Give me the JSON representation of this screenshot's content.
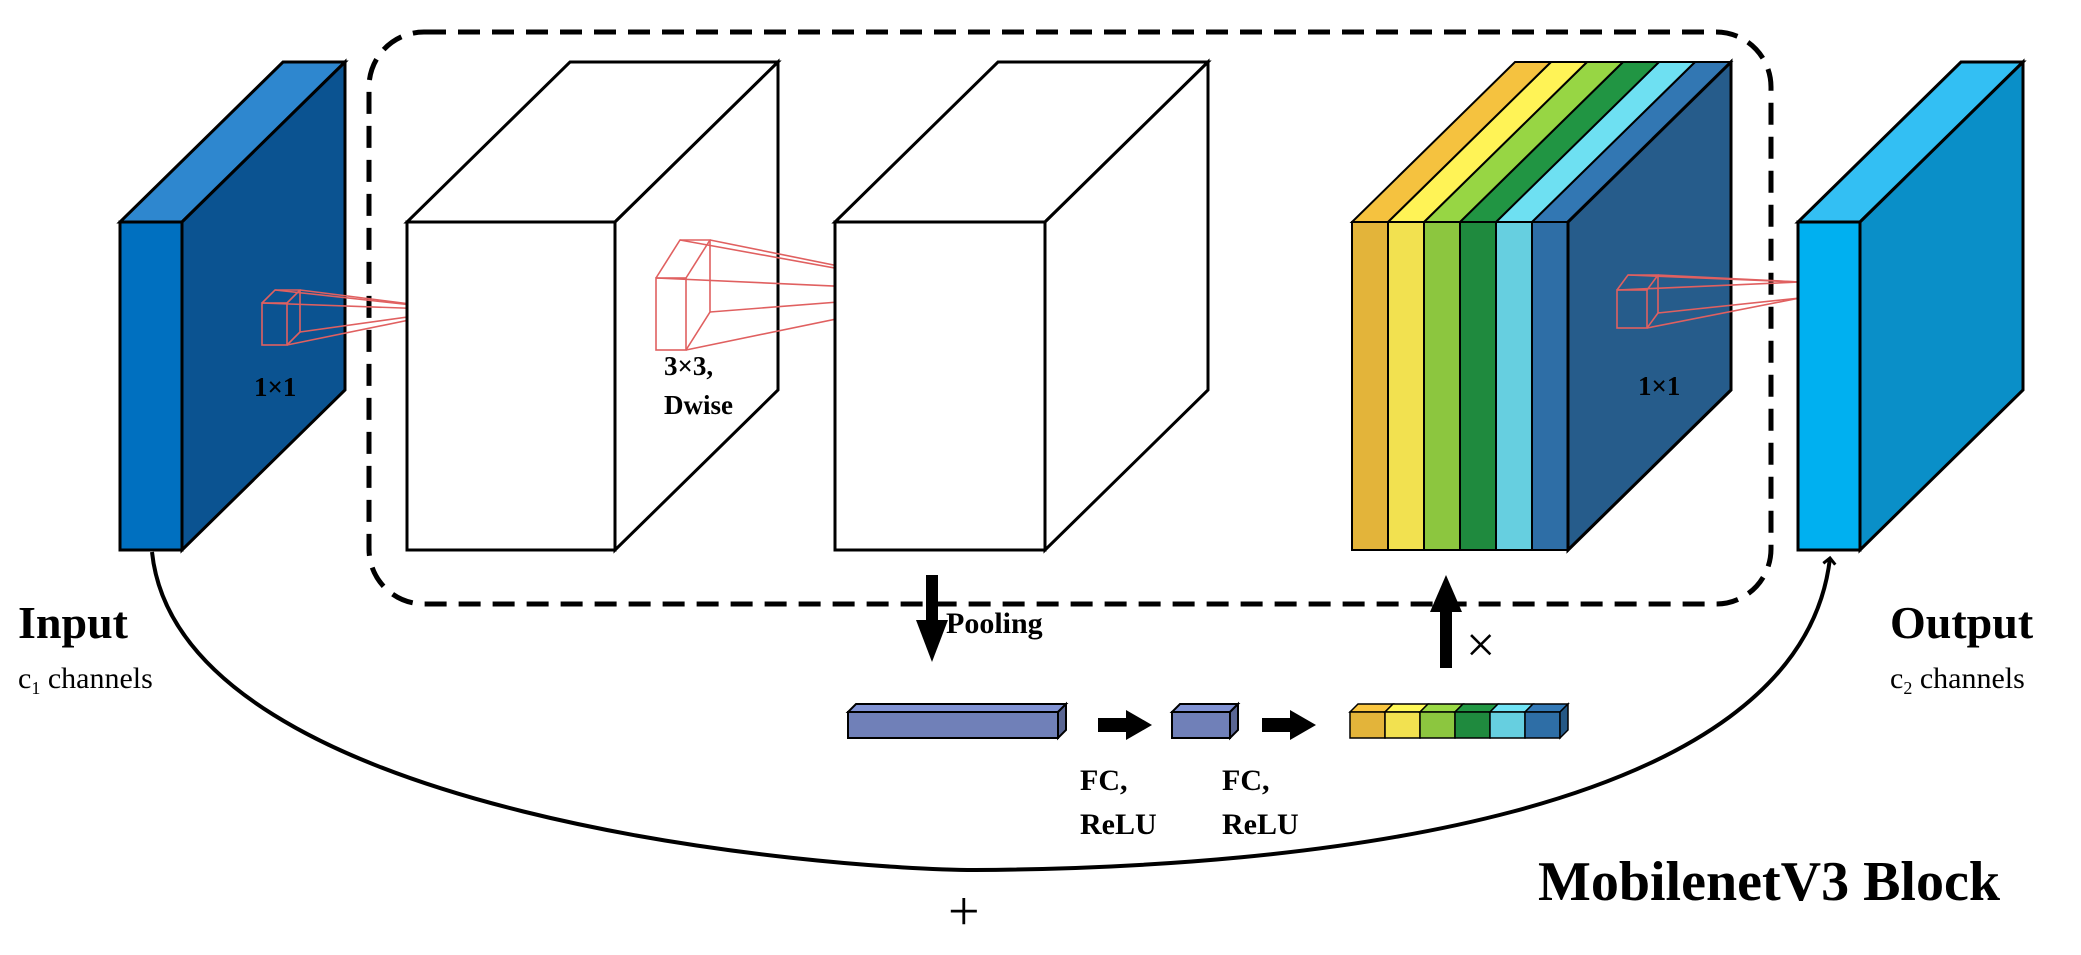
{
  "title": "MobilenetV3 Block",
  "input": {
    "label": "Input",
    "channels_prefix": "c",
    "channels_sub": "1",
    "channels_suffix": " channels"
  },
  "output": {
    "label": "Output",
    "channels_prefix": "c",
    "channels_sub": "2",
    "channels_suffix": " channels"
  },
  "conv_expand": {
    "label": "1×1"
  },
  "conv_dwise": {
    "line1": "3×3,",
    "line2": "Dwise"
  },
  "conv_project": {
    "label": "1×1"
  },
  "pooling": {
    "label": "Pooling"
  },
  "fc1": {
    "line1": "FC,",
    "line2": "ReLU"
  },
  "fc2": {
    "line1": "FC,",
    "line2": "ReLU"
  },
  "multiply_symbol": "×",
  "add_symbol": "+",
  "colors": {
    "input_front": "#0070C0",
    "input_side": "#0B5391",
    "input_top": "#2E87CF",
    "output_front": "#00B0F0",
    "output_side": "#0A8FC8",
    "output_top": "#33BFF3",
    "vector_bar": "#7080B8",
    "kernel_lines": "#E06060",
    "excitation": [
      "#E3B43A",
      "#F2E150",
      "#8CC63F",
      "#1F8A3E",
      "#66CFE0",
      "#2E6EA6"
    ]
  }
}
